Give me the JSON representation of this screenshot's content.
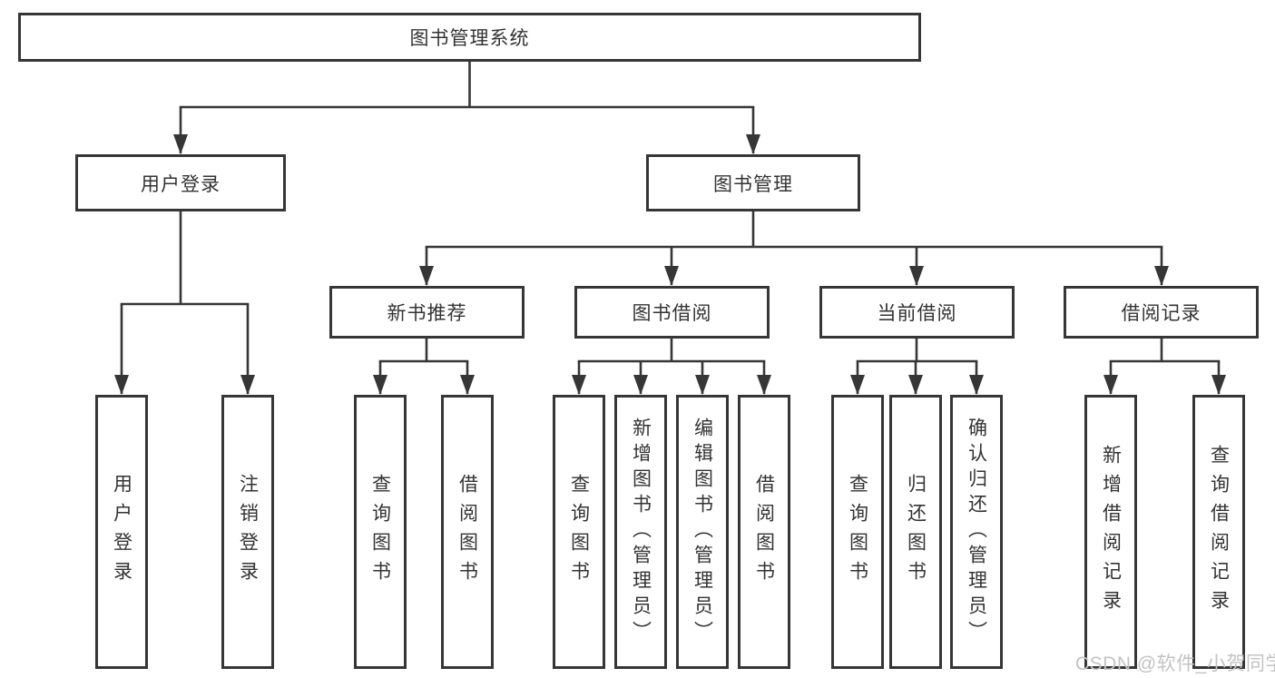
{
  "diagram": {
    "root": {
      "label": "图书管理系统"
    },
    "user_login": {
      "label": "用户登录",
      "children": [
        {
          "label": "用户登录"
        },
        {
          "label": "注销登录"
        }
      ]
    },
    "book_mgmt": {
      "label": "图书管理",
      "groups": [
        {
          "label": "新书推荐",
          "children": [
            {
              "label": "查询图书"
            },
            {
              "label": "借阅图书"
            }
          ]
        },
        {
          "label": "图书借阅",
          "children": [
            {
              "label": "查询图书"
            },
            {
              "label": "新增图书（管理员）"
            },
            {
              "label": "编辑图书（管理员）"
            },
            {
              "label": "借阅图书"
            }
          ]
        },
        {
          "label": "当前借阅",
          "children": [
            {
              "label": "查询图书"
            },
            {
              "label": "归还图书"
            },
            {
              "label": "确认归还（管理员）"
            }
          ]
        },
        {
          "label": "借阅记录",
          "children": [
            {
              "label": "新增借阅记录"
            },
            {
              "label": "查询借阅记录"
            }
          ]
        }
      ]
    }
  },
  "watermark": {
    "text": "CSDN @软件_小贺同学"
  },
  "colors": {
    "line": "#363636",
    "text": "#333333",
    "watermark": "#c3c3c3",
    "background": "#ffffff"
  }
}
